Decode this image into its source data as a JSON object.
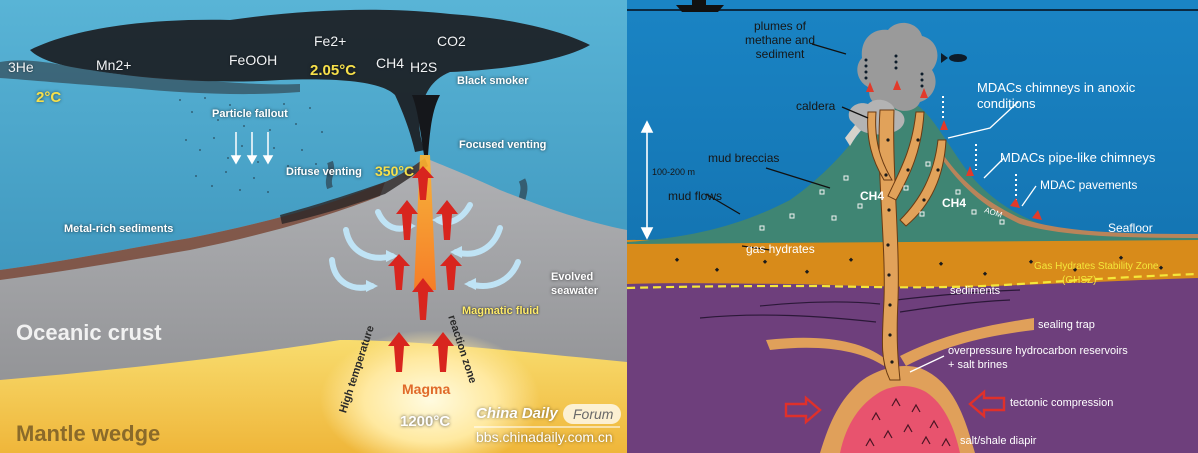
{
  "left_panel": {
    "top_labels": {
      "he": "3He",
      "mn": "Mn2+",
      "feooh": "FeOOH",
      "fe": "Fe2+",
      "co2": "CO2",
      "ch4": "CH4",
      "h2s": "H2S"
    },
    "temps": {
      "t_2c": "2°C",
      "t_205": "2.05°C",
      "t_350": "350°C",
      "t_1200": "1200°C"
    },
    "labels": {
      "black_smoker": "Black smoker",
      "particle_fallout": "Particle fallout",
      "focused_venting": "Focused venting",
      "diffuse_venting": "Difuse venting",
      "metal_rich": "Metal-rich sediments",
      "evolved_seawater_1": "Evolved",
      "evolved_seawater_2": "seawater",
      "magmatic_fluid": "Magmatic fluid",
      "oceanic_crust": "Oceanic crust",
      "mantle_wedge": "Mantle wedge",
      "magma": "Magma",
      "high_temp": "High temperature",
      "reaction_zone": "reaction zone"
    },
    "watermark": {
      "brand": "China Daily",
      "forum": "Forum",
      "url": "bbs.chinadaily.com.cn"
    }
  },
  "right_panel": {
    "labels": {
      "plumes": "plumes of methane and sediment",
      "caldera": "caldera",
      "mdac_anoxic": "MDACs chimneys in anoxic conditions",
      "mdac_pipe": "MDACs pipe-like chimneys",
      "mdac_pavements": "MDAC pavements",
      "depth": "100-200 m",
      "mud_breccias": "mud breccias",
      "mud_flows": "mud flows",
      "ch4_a": "CH4",
      "ch4_b": "CH4",
      "aom": "AOM",
      "seafloor": "Seafloor",
      "gas_hydrates": "gas hydrates",
      "ghsz": "Gas Hydrates Stability Zone",
      "ghsz_abbr": "(GHSZ)",
      "sediments": "sediments",
      "sealing_trap": "sealing trap",
      "overpressure": "overpressure hydrocarbon reservoirs",
      "salt_brines": "+ salt brines",
      "tectonic": "tectonic compression",
      "diapir": "salt/shale diapir"
    }
  },
  "colors": {
    "ocean_left": "#3f9cc4",
    "crust": "#9a9a9c",
    "mantle": "#f2c24a",
    "ocean_right": "#1477b8",
    "edifice": "#3f8573",
    "hydrate_layer": "#d88b1a",
    "sediment": "#6e3f7c",
    "diapir": "#e8536e",
    "chimney": "#e1a25a"
  }
}
